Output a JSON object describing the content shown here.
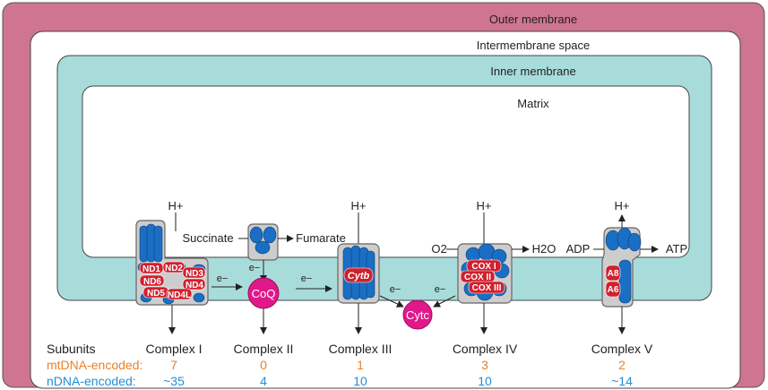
{
  "compartments": {
    "outer": "Outer membrane",
    "intermembrane": "Intermembrane space",
    "inner": "Inner membrane",
    "matrix": "Matrix"
  },
  "labels": {
    "hplus": "H+",
    "succinate": "Succinate",
    "fumarate": "Fumarate",
    "o2": "O2",
    "h2o": "H2O",
    "adp": "ADP",
    "atp": "ATP",
    "electron": "e−",
    "coq": "CoQ",
    "cytc": "Cytc"
  },
  "complex1_subunits": [
    "ND1",
    "ND2",
    "ND3",
    "ND6",
    "ND4",
    "ND5",
    "ND4L"
  ],
  "complex3_subunit": "Cytb",
  "complex4_subunits": [
    "COX I",
    "COX II",
    "COX III"
  ],
  "complex5_subunits": [
    "A8",
    "A6"
  ],
  "table": {
    "header": "Subunits",
    "mt_label": "mtDNA-encoded:",
    "n_label": "nDNA-encoded:",
    "complexes": [
      "Complex I",
      "Complex II",
      "Complex III",
      "Complex IV",
      "Complex V"
    ],
    "mt_values": [
      "7",
      "0",
      "1",
      "3",
      "2"
    ],
    "n_values": [
      "~35",
      "4",
      "10",
      "10",
      "~14"
    ]
  },
  "colors": {
    "outer_membrane": "#cf7590",
    "inner_membrane": "#a8dcdb",
    "protein_blue": "#1a6fc4",
    "mt_red": "#d0202e",
    "carrier_magenta": "#e0188a",
    "mt_orange": "#e8822a",
    "n_blue": "#1f8fd6"
  }
}
